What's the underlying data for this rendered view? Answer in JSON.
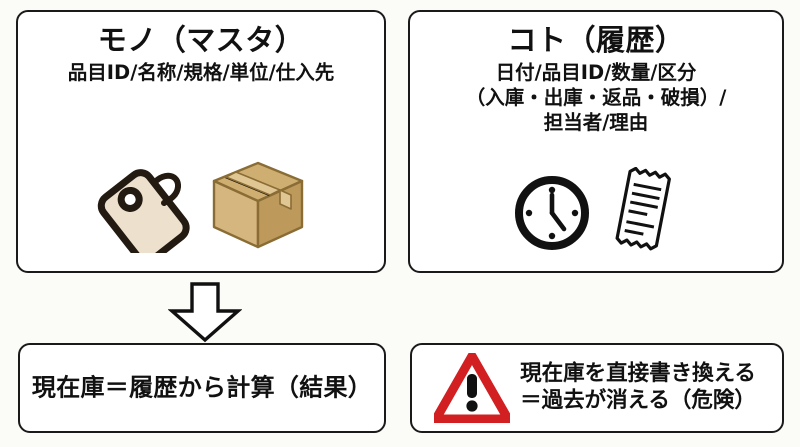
{
  "diagram": {
    "background_color": "#fbfbf7",
    "line_color": "#1a1a1a",
    "accent_danger_color": "#d21f21",
    "tag_fill_color": "#ede0cc",
    "box_fill_color": "#c9a86a"
  },
  "panels": {
    "master": {
      "title": "モノ（マスタ）",
      "subtitle_lines": [
        "品目ID/名称/規格/単位/仕入先"
      ],
      "icons": [
        {
          "name": "price-tag-icon",
          "label": "価格タグ"
        },
        {
          "name": "cardboard-box-icon",
          "label": "段ボール箱"
        }
      ]
    },
    "history": {
      "title": "コト（履歴）",
      "subtitle_lines": [
        "日付/品目ID/数量/区分",
        "（入庫・出庫・返品・破損）/",
        "担当者/理由"
      ],
      "icons": [
        {
          "name": "clock-icon",
          "label": "時計"
        },
        {
          "name": "receipt-icon",
          "label": "伝票"
        }
      ]
    },
    "result": {
      "text": "現在庫＝履歴から計算（結果）"
    },
    "warning": {
      "icon": {
        "name": "warning-triangle-icon",
        "label": "警告"
      },
      "text_lines": [
        "現在庫を直接書き換える",
        "＝過去が消える（危険）"
      ]
    }
  },
  "connectors": {
    "down_arrow": {
      "name": "down-arrow",
      "from": "master",
      "to": "result"
    }
  }
}
